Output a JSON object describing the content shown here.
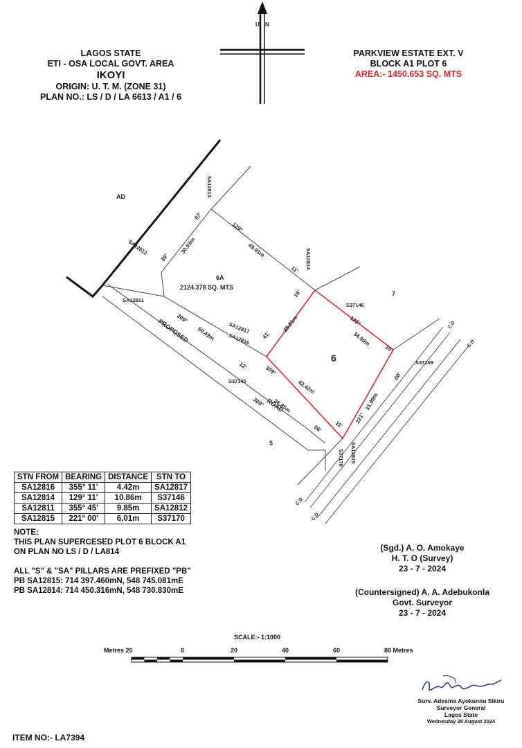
{
  "header_left": {
    "state": "LAGOS STATE",
    "lga": "ETI - OSA LOCAL GOVT. AREA",
    "locality": "IKOYI",
    "origin": "ORIGIN: U. T. M. (ZONE 31)",
    "plan_no": "PLAN NO.: LS / D / LA 6613 / A1 / 6"
  },
  "header_right": {
    "estate": "PARKVIEW ESTATE EXT. V",
    "block_plot": "BLOCK A1 PLOT 6",
    "area": "AREA:- 1450.653 SQ. MTS"
  },
  "north": {
    "u": "U",
    "n": "N"
  },
  "plan": {
    "ad": "AD",
    "plot_6a": "6A",
    "plot_6a_area": "2124.378 SQ. MTS",
    "plot_6": "6",
    "plot_7": "7",
    "plot_5": "5",
    "road_1": "PROPOSED",
    "road_2": "ROAD",
    "cd": "C.D",
    "labels": {
      "sa12813": "SA12813",
      "sa12812": "SA12812",
      "sa12811": "SA12811",
      "sa12814": "SA12814",
      "sa12817": "SA12817",
      "sa12816": "SA12816",
      "sa12815": "SA12815",
      "s37146": "S37146",
      "s37169": "S37169",
      "s37145": "S37145",
      "s37170": "S37170"
    },
    "dims": {
      "d1": "129°",
      "d2": "49.91m",
      "d3": "11'",
      "d4": "07'",
      "d5": "30.93m",
      "d6": "39°",
      "d7": "309°",
      "d8": "50.49m",
      "d9": "12'",
      "d10": "16'",
      "d11": "41'",
      "d12": "28.81m",
      "d13": "129°",
      "d14": "34.59m",
      "d15": "10'",
      "d16": "309°",
      "d17": "42.42m",
      "d18": "00'",
      "d19": "31.99m",
      "d20": "221°",
      "d21": "309°",
      "d22": "36.85m",
      "d23": "06'",
      "d24": "11'"
    }
  },
  "table": {
    "headers": [
      "STN FROM",
      "BEARING",
      "DISTANCE",
      "STN TO"
    ],
    "rows": [
      [
        "SA12816",
        "355°  11'",
        "4.42m",
        "SA12817"
      ],
      [
        "SA12814",
        "129°  11'",
        "10.86m",
        "S37146"
      ],
      [
        "SA12811",
        "355°  45'",
        "9.85m",
        "SA12812"
      ],
      [
        "SA12815",
        "221°  00'",
        "6.01m",
        "S37170"
      ]
    ]
  },
  "notes": {
    "title": "NOTE:",
    "line1": "THIS PLAN SUPERCESED PLOT 6 BLOCK A1",
    "line2": "ON PLAN NO LS / D / LA814",
    "line3": "ALL \"S\" & \"SA\" PILLARS ARE PREFIXED \"PB\"",
    "line4": "PB SA12815: 714 397.460mN, 548 745.081mE",
    "line5": "PB SA12814: 714 450.316mN, 548 730.830mE"
  },
  "signatures": {
    "s1_name": "(Sgd.) A. O. Amokaye",
    "s1_title": "H. T. O (Survey)",
    "s1_date": "23 - 7 - 2024",
    "s2_name": "(Countersigned) A. A. Adebukonla",
    "s2_title": "Govt. Surveyor",
    "s2_date": "23 - 7 - 2024"
  },
  "scale": {
    "label": "SCALE:- 1:1000",
    "metres_left": "Metres 20",
    "t0": "0",
    "t20": "20",
    "t40": "40",
    "t60": "60",
    "metres_right": "80 Metres"
  },
  "surveyor_general": {
    "signature_text": "Surv. Adesina Ayokunnu Sikiru",
    "name": "Surv. Adesina Ayokunnu Sikiru",
    "title": "Surveyor General",
    "state": "Lagos State",
    "date": "Wednesday 28 August 2024"
  },
  "item_no": "ITEM NO:- LA7394",
  "colors": {
    "boundary_red": "#e0262a",
    "ink": "#222222"
  }
}
